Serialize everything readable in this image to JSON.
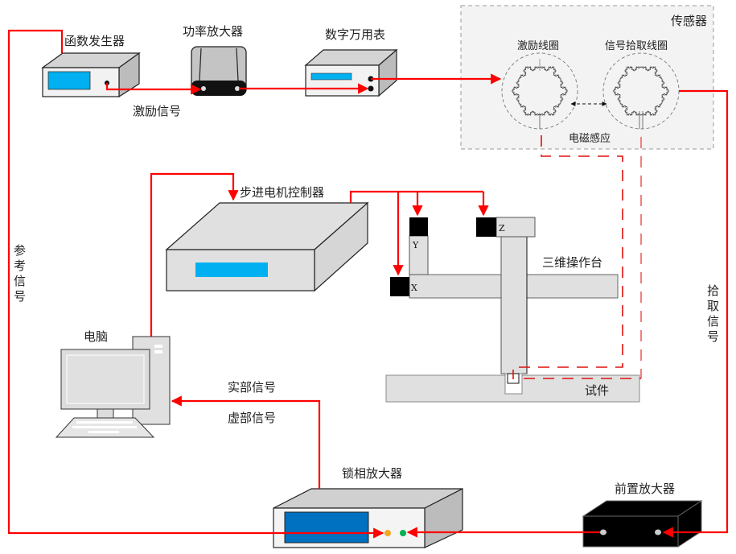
{
  "title": "涡流检测实验系统示意图",
  "devices": {
    "function_generator": "函数发生器",
    "power_amplifier": "功率放大器",
    "multimeter": "数字万用表",
    "stepper_controller": "步进电机控制器",
    "computer": "电脑",
    "lockin_amplifier": "锁相放大器",
    "preamplifier": "前置放大器",
    "stage": "三维操作台",
    "specimen": "试件"
  },
  "sensor": {
    "title": "传感器",
    "excitation_coil": "激励线圈",
    "pickup_coil": "信号拾取线圈",
    "coupling": "电磁感应"
  },
  "signals": {
    "excitation": "激励信号",
    "reference": "参考信号",
    "pickup": "拾取信号",
    "real": "实部信号",
    "imaginary": "虚部信号"
  },
  "stage_axes": {
    "x": "X",
    "y": "Y",
    "z": "Z"
  },
  "colors": {
    "wire": "#ff0000",
    "display_cyan": "#00b0f0",
    "display_blue": "#0070c0",
    "panel_gray": "#e0e0e0",
    "sensor_bg": "#f3f3f3",
    "led_orange": "#f5a623",
    "led_green": "#00b050"
  }
}
